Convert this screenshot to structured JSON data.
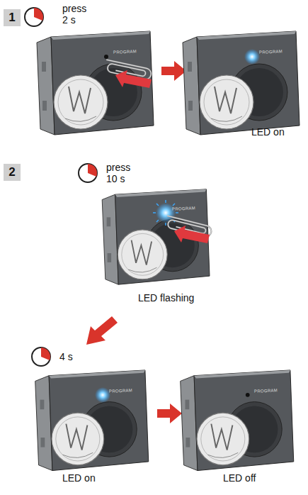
{
  "diagram": {
    "nodes": [
      {
        "text": [
          "1"
        ]
      },
      {
        "text": [
          "2"
        ]
      }
    ],
    "labels": [
      "press 2 s",
      "PROGRAM",
      "PROGRAM",
      "LED on",
      "press 10 s",
      "PROGRAM",
      "LED flashing",
      "4 s",
      "PROGRAM",
      "LED on",
      "PROGRAM",
      "LED off"
    ]
  }
}
